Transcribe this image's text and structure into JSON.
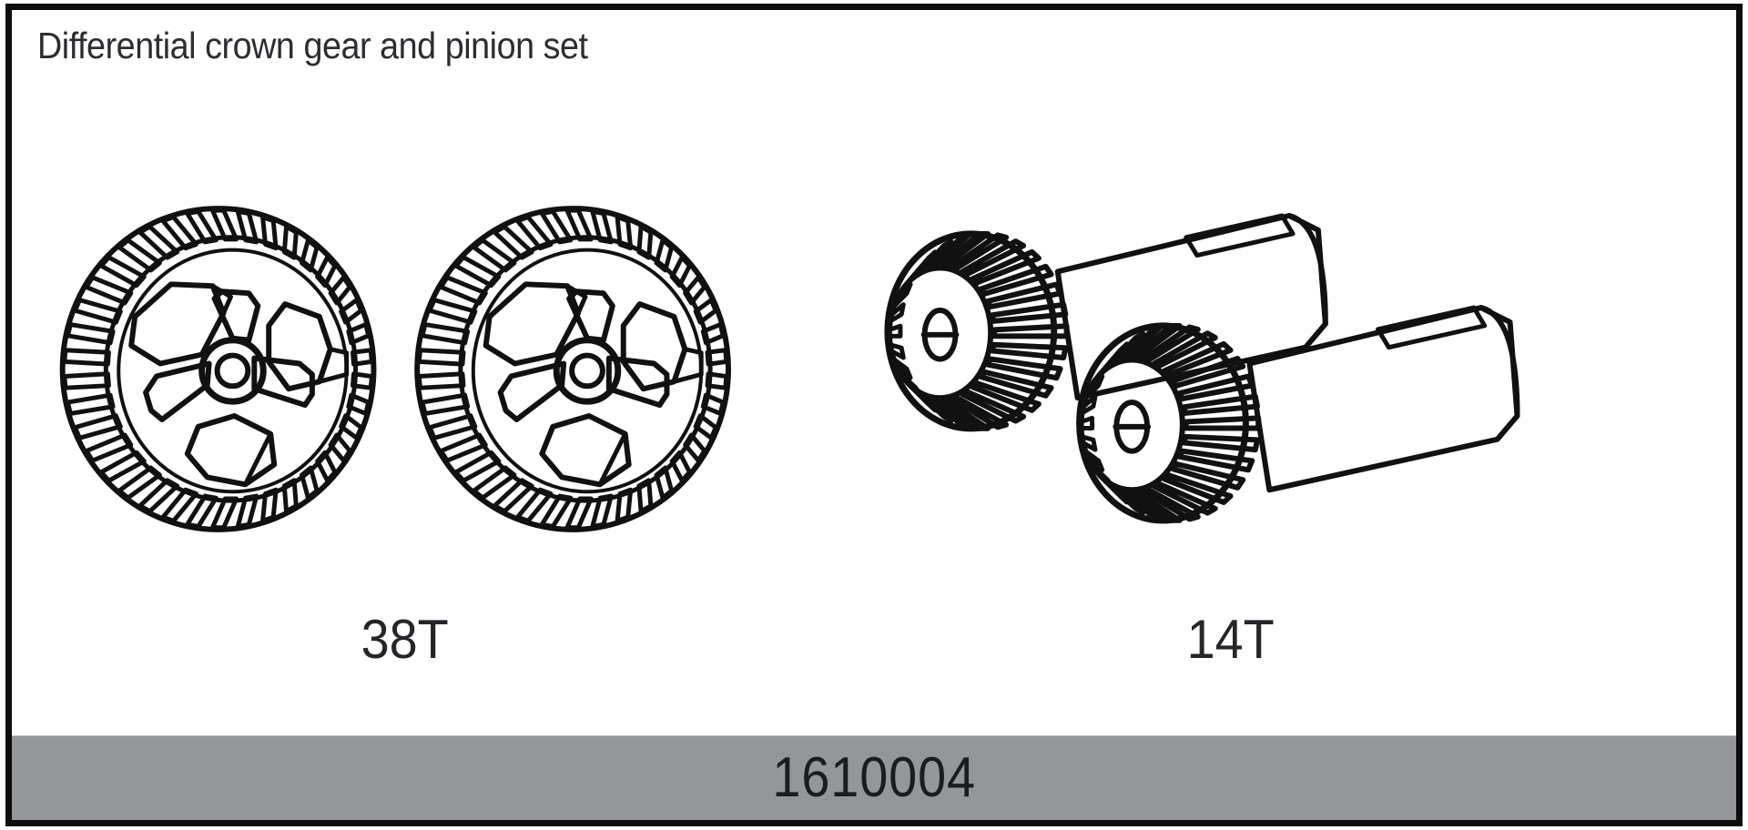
{
  "card": {
    "title": "Differential crown gear and pinion set",
    "part_number": "1610004",
    "frame_color": "#0d0d0d",
    "background_color": "#ffffff",
    "bar_color": "#949699",
    "ink_color": "#111111"
  },
  "labels": {
    "crown_gear_teeth": "38T",
    "pinion_gear_teeth": "14T"
  },
  "parts": [
    {
      "name": "crown-gear",
      "label": "38T",
      "teeth": 38,
      "quantity": 2,
      "type": "differential crown gear"
    },
    {
      "name": "pinion-gear",
      "label": "14T",
      "teeth": 14,
      "quantity": 2,
      "type": "drive pinion with shaft"
    }
  ]
}
